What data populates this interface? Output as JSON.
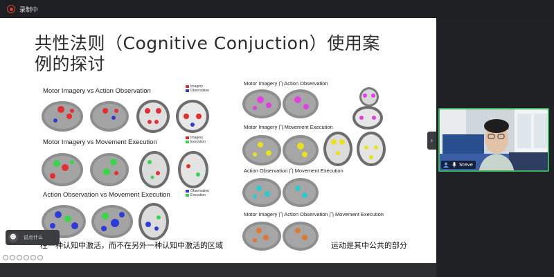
{
  "topbar": {
    "status": "录制中"
  },
  "slide": {
    "title": "共性法则（Cognitive Conjuction）使用案例的探讨",
    "left_panels": [
      {
        "heading": "Motor Imagery vs Action Observation",
        "legend": [
          {
            "label": "Imagery",
            "color": "#e03030"
          },
          {
            "label": "Observation",
            "color": "#2f3bd6"
          }
        ]
      },
      {
        "heading": "Motor Imagery vs Movement Execution",
        "legend": [
          {
            "label": "Imagery",
            "color": "#e03030"
          },
          {
            "label": "Execution",
            "color": "#3bd44a"
          }
        ]
      },
      {
        "heading": "Action Observation vs Movement Execution",
        "legend": [
          {
            "label": "Observation",
            "color": "#2f3bd6"
          },
          {
            "label": "Execution",
            "color": "#3bd44a"
          }
        ]
      }
    ],
    "right_panels": [
      {
        "heading": "Motor Imagery ⋂ Action Observation",
        "color": "#e040e0"
      },
      {
        "heading": "Motor Imagery ⋂ Movement Execution",
        "color": "#e8e020"
      },
      {
        "heading": "Action Observation ⋂ Movement Execution",
        "color": "#30c8c8"
      },
      {
        "heading": "Motor Imagery ⋂ Action Observation ⋂ Movement Execution",
        "color": "#e07838"
      }
    ],
    "caption_left": "在一种认知中激活，而不在另外一种认知中激活的区域",
    "caption_right": "运动是其中公共的部分"
  },
  "chat": {
    "placeholder": "说点什么"
  },
  "participant": {
    "name": "Steve"
  },
  "icons": {
    "record": "record-icon",
    "chat_avatar": "smiley-icon",
    "mic": "microphone-icon",
    "person": "person-icon",
    "collapse": "chevron-right-icon"
  }
}
